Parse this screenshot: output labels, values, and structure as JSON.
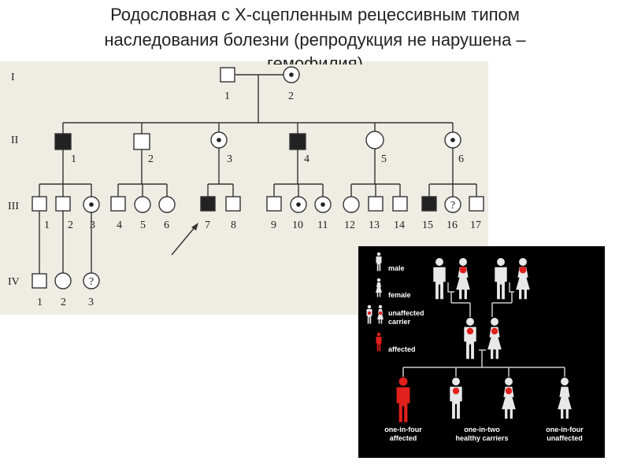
{
  "title": {
    "line1": "Родословная с Х-сцепленным рецессивным типом",
    "line2": "наследования болезни (репродукция не нарушена –",
    "line3": "гемофилия)"
  },
  "pedigree": {
    "generations": [
      "I",
      "II",
      "III",
      "IV"
    ],
    "gen1": [
      "1",
      "2"
    ],
    "gen2": [
      "1",
      "2",
      "3",
      "4",
      "5",
      "6"
    ],
    "gen3": [
      "1",
      "2",
      "3",
      "4",
      "5",
      "6",
      "7",
      "8",
      "9",
      "10",
      "11",
      "12",
      "13",
      "14",
      "15",
      "16",
      "17"
    ],
    "gen4": [
      "1",
      "2",
      "3"
    ],
    "unknown_mark": "?"
  },
  "legend": {
    "male": "male",
    "female": "female",
    "carrier_line1": "unaffected",
    "carrier_line2": "carrier",
    "affected": "affected"
  },
  "outcomes": {
    "o1_line1": "one-in-four",
    "o1_line2": "affected",
    "o2_line1": "one-in-two",
    "o2_line2": "healthy carriers",
    "o3_line1": "one-in-four",
    "o3_line2": "unaffected"
  },
  "colors": {
    "affected": "#e0201c",
    "figure": "#e8e8e8",
    "background_panel": "#000000",
    "pedigree_background": "#efece3"
  }
}
